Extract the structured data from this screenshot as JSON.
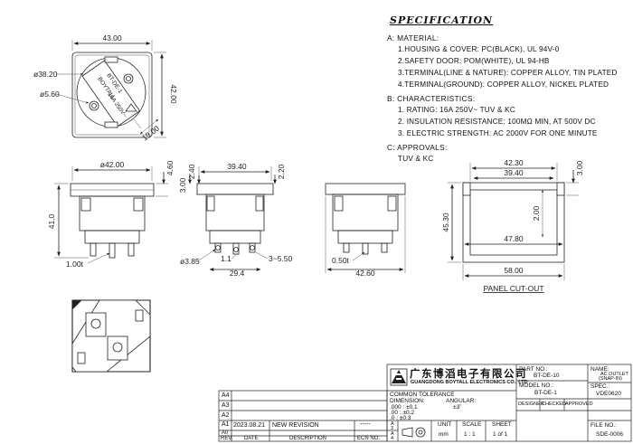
{
  "specification": {
    "title": "SPECIFICATION",
    "sections": [
      {
        "heading": "A: MATERIAL:",
        "lines": [
          "1.HOUSING & COVER: PC(BLACK), UL 94V-0",
          "2.SAFETY DOOR: POM(WHITE), UL 94-HB",
          "3.TERMINAL(LINE & NATURE): COPPER ALLOY, TIN PLATED",
          "4.TERMINAL(GROUND): COPPER ALLOY, NICKEL PLATED"
        ]
      },
      {
        "heading": "B: CHARACTERISTICS:",
        "lines": [
          "1. RATING: 16A 250V~ TUV & KC",
          "2. INSULATION RESISTANCE: 100MΩ MIN, AT 500V DC",
          "3. ELECTRIC STRENGTH: AC 2000V FOR ONE MINUTE"
        ]
      },
      {
        "heading": "C: APPROVALS:",
        "lines": [
          "TUV & KC"
        ]
      }
    ]
  },
  "top_view": {
    "dims": {
      "width": "43.00",
      "height": "42.00",
      "diameter": "ø38.20",
      "hole": "ø5.60",
      "diag": "19.00"
    },
    "face_text": [
      "BOYTALL",
      "BT-DE-1",
      "16A 250V~"
    ]
  },
  "front_view": {
    "dims": {
      "width": "ø42.00",
      "height": "41.0",
      "top": "4.60",
      "pitch": "1.00t"
    }
  },
  "side_view": {
    "dims": {
      "width": "39.40",
      "d300": "3.00",
      "d240": "2.40",
      "d220": "2.20",
      "d11": "1.1",
      "d550": "3~5.50",
      "d294": "29.4",
      "d385": "ø3.85"
    }
  },
  "rear_view": {
    "dims": {
      "thick": "0.50t",
      "width": "42.60"
    }
  },
  "panel_cutout": {
    "label": "PANEL CUT-OUT",
    "dims": {
      "d4230": "42.30",
      "d3940": "39.40",
      "d4780": "47.80",
      "d5800": "58.00",
      "d4530": "45.30",
      "d200": "2.00",
      "d300": "3.00"
    }
  },
  "revisions": {
    "rows": [
      {
        "rev": "A4",
        "date": "",
        "desc": "",
        "ecn": ""
      },
      {
        "rev": "A3",
        "date": "",
        "desc": "",
        "ecn": ""
      },
      {
        "rev": "A2",
        "date": "",
        "desc": "",
        "ecn": ""
      },
      {
        "rev": "A1",
        "date": "",
        "desc": "",
        "ecn": ""
      },
      {
        "rev": "A0",
        "date": "2023.08.21",
        "desc": "NEW REVISION",
        "ecn": "-----"
      }
    ],
    "header": {
      "rev": "REV.",
      "date": "DATE",
      "desc": "DESCRIPTION",
      "ecn": "ECN NO."
    }
  },
  "title_block": {
    "company_cn": "广东博滔电子有限公司",
    "company_en": "GUANGDONG BOYTALL ELECTRONICS CO., LTD",
    "tolerance": {
      "title": "COMMON TOLERANCE",
      "dimension": "DIMENSION:",
      "angular": "ANGULAR:",
      "angular_val": "±3˚",
      "rows": [
        ".000 : ±0.1",
        ".00   : ±0.2",
        ".0     : ±0.3"
      ]
    },
    "unit_label": "UNIT",
    "unit": "mm",
    "scale_label": "SCALE",
    "scale": "1 : 1",
    "sheet_label": "SHEET",
    "sheet": "1 of 1",
    "side_letters": [
      "A",
      "3",
      "A",
      "4"
    ],
    "part_no_label": "PART NO.:",
    "part_no": "BT-DE-10",
    "model_no_label": "MODEL NO.:",
    "model_no": "BT-DE-1",
    "name_label": "NAME:",
    "name_lines": [
      "AC OUTLET",
      "(SNAP-IN)"
    ],
    "spec_label": "SPEC.:",
    "spec": "VDE0620",
    "designer": "DESIGNER",
    "checked": "CHECKED",
    "approved": "APPROVED",
    "file_no_label": "FILE NO.:",
    "file_no": "SDE-0006"
  },
  "colors": {
    "line": "#222222",
    "thin": "#555555"
  }
}
